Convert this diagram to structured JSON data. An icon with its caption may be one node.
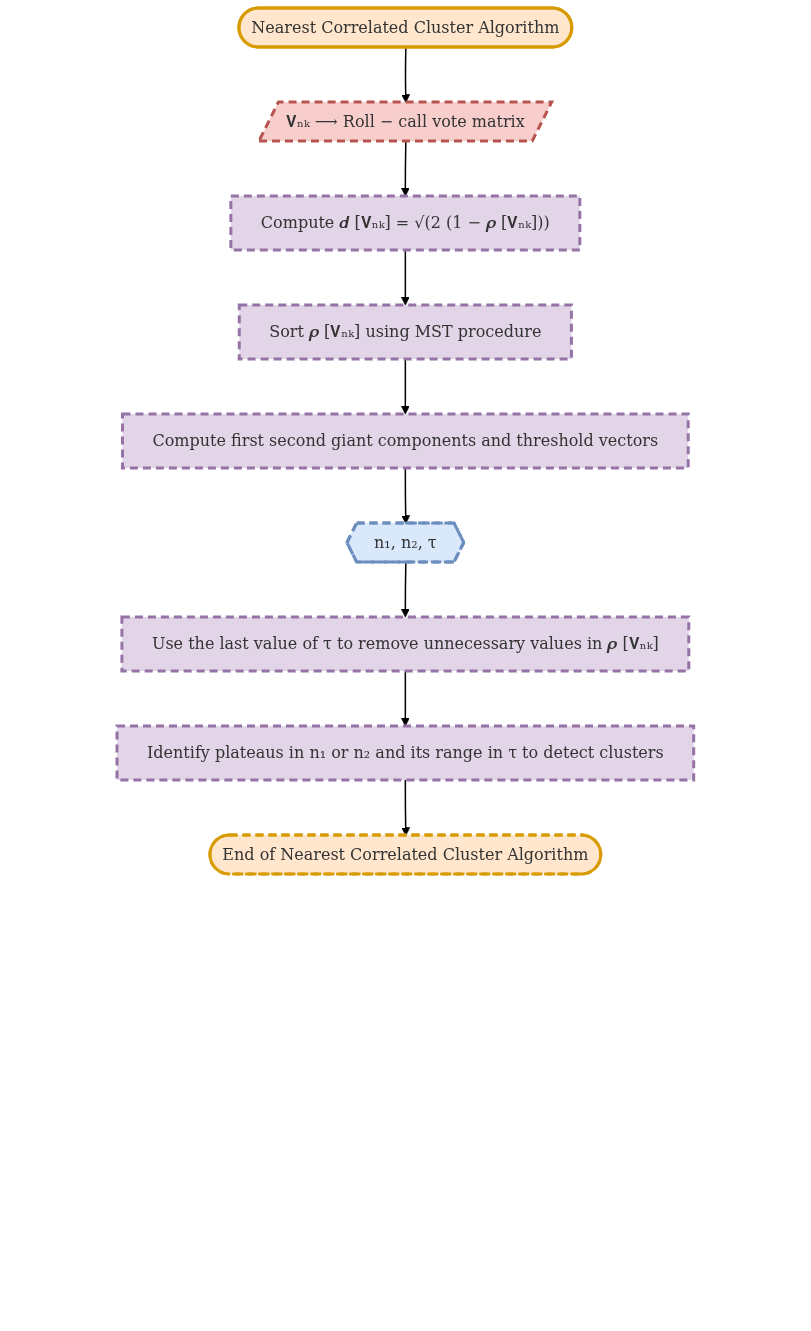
{
  "diagram": {
    "nodes": [
      {
        "text": [
          "Nearest Correlated Cluster Algorithm"
        ]
      },
      {
        "text": [
          "𝐕ₙₖ ⟶ Roll − call vote matrix"
        ]
      },
      {
        "text": [
          "Compute 𝒅 [𝐕ₙₖ] = √(2 (1 − 𝝆 [𝐕ₙₖ]))"
        ]
      },
      {
        "text": [
          "Sort 𝝆 [𝐕ₙₖ] using MST procedure"
        ]
      },
      {
        "text": [
          "Compute first second giant components and threshold vectors"
        ]
      },
      {
        "text": [
          "n₁, n₂, τ"
        ]
      },
      {
        "text": [
          "Use the last value of τ to remove unnecessary values in 𝝆 [𝐕ₙₖ]"
        ]
      },
      {
        "text": [
          "Identify plateaus in n₁ or n₂ and its range in τ to detect clusters"
        ]
      },
      {
        "text": [
          "End of Nearest Correlated Cluster Algorithm"
        ]
      }
    ],
    "edges": [
      {
        "from": 0,
        "to": 1,
        "arrow": "to"
      },
      {
        "from": 1,
        "to": 2,
        "arrow": "to"
      },
      {
        "from": 2,
        "to": 3,
        "arrow": "to"
      },
      {
        "from": 3,
        "to": 4,
        "arrow": "to"
      },
      {
        "from": 4,
        "to": 5,
        "arrow": "to"
      },
      {
        "from": 5,
        "to": 6,
        "arrow": "to"
      },
      {
        "from": 6,
        "to": 7,
        "arrow": "to"
      },
      {
        "from": 7,
        "to": 8,
        "arrow": "to"
      }
    ]
  }
}
